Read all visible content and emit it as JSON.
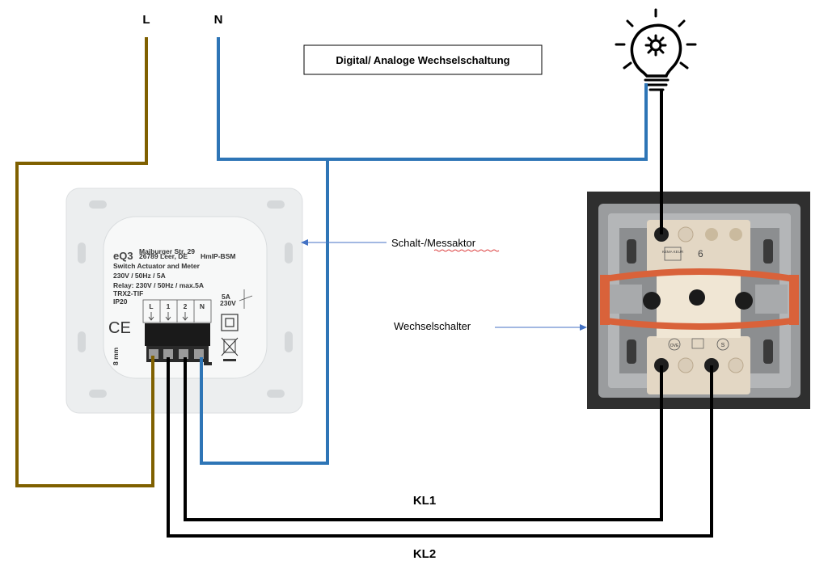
{
  "title": "Digital/ Analoge Wechselschaltung",
  "wires": {
    "phase_label": "L",
    "neutral_label": "N",
    "kl1_label": "KL1",
    "kl2_label": "KL2",
    "colors": {
      "phase": "#7f6000",
      "neutral": "#2e75b6",
      "switch_wire": "#000000",
      "arrow": "#4472c4"
    }
  },
  "actuator": {
    "annotation": "Schalt-/Messaktor",
    "brand": "eQ3",
    "address_1": "Maiburger Str. 29",
    "address_2": "26789 Leer, DE",
    "model": "HmIP-BSM",
    "line_1": "Switch Actuator and Meter",
    "line_2": "230V / 50Hz / 5A",
    "line_3": "Relay: 230V / 50Hz / max.5A",
    "line_4": "TRX2-TIF",
    "line_5": "IP20",
    "terminals": [
      "L",
      "1",
      "2",
      "N"
    ],
    "rating_1": "5A",
    "rating_2": "230V",
    "strip": "8 mm",
    "ce": "CE"
  },
  "switch": {
    "annotation": "Wechselschalter",
    "label_top": "6",
    "stamp": "KEMA KEUR",
    "terminal_left": "OVE",
    "terminal_right": "S"
  },
  "lamp": {
    "icon": "lightbulb-gear-icon"
  }
}
